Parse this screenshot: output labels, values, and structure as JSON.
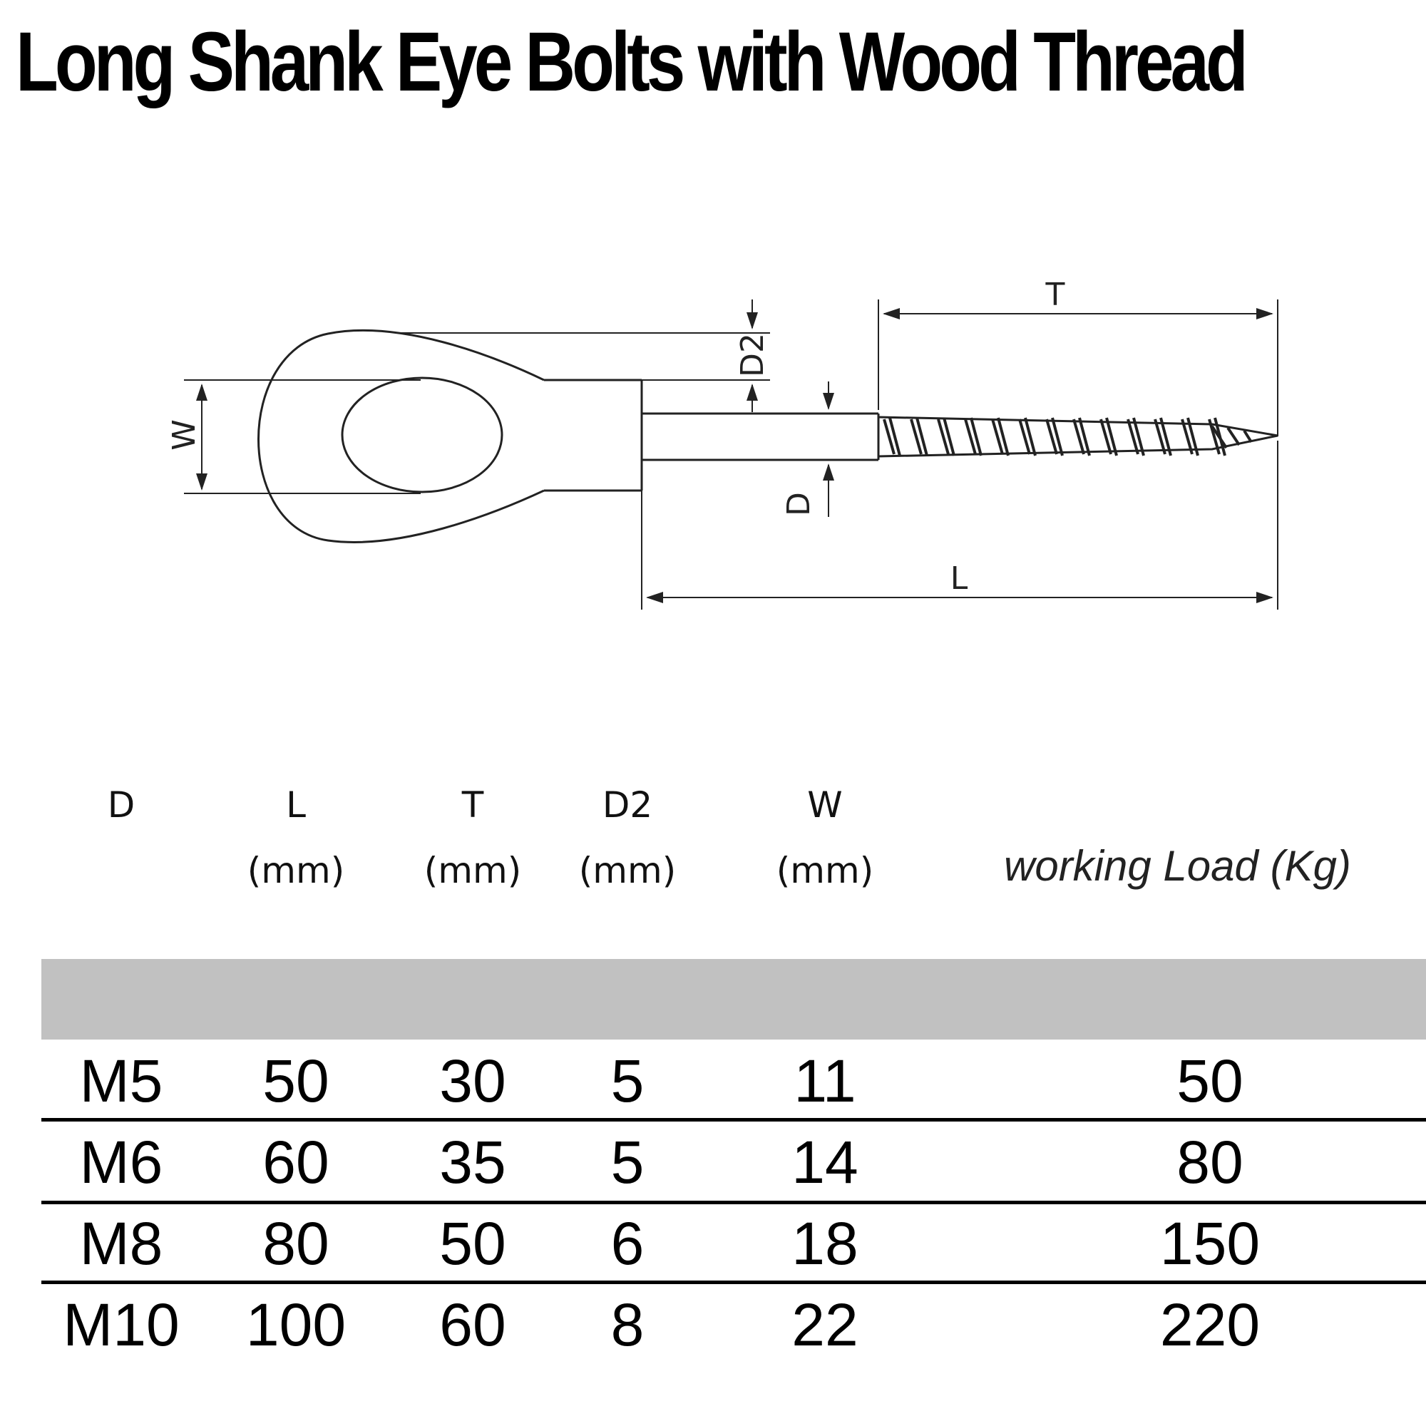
{
  "title": "Long Shank Eye Bolts with Wood Thread",
  "diagram": {
    "labels": {
      "t": "T",
      "d2": "D2",
      "w": "W",
      "d": "D",
      "l": "L"
    }
  },
  "table": {
    "headers": [
      {
        "name": "D",
        "unit": ""
      },
      {
        "name": "L",
        "unit": "(mm)"
      },
      {
        "name": "T",
        "unit": "(mm)"
      },
      {
        "name": "D2",
        "unit": "(mm)"
      },
      {
        "name": "W",
        "unit": "(mm)"
      },
      {
        "name": "working Load (Kg)",
        "unit": ""
      }
    ],
    "rows": [
      [
        "M5",
        "50",
        "30",
        "5",
        "11",
        "50"
      ],
      [
        "M6",
        "60",
        "35",
        "5",
        "14",
        "80"
      ],
      [
        "M8",
        "80",
        "50",
        "6",
        "18",
        "150"
      ],
      [
        "M10",
        "100",
        "60",
        "8",
        "22",
        "220"
      ]
    ],
    "band_color": "#c1c1c1"
  }
}
